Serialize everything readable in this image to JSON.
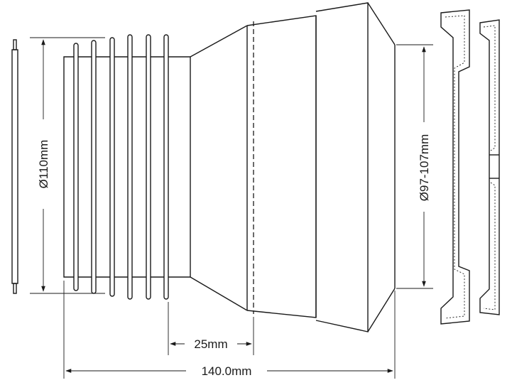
{
  "dimensions": {
    "inlet_diameter": "Ø110mm",
    "outlet_diameter": "Ø97-107mm",
    "insert_depth": "25mm",
    "overall_length": "140.0mm"
  }
}
